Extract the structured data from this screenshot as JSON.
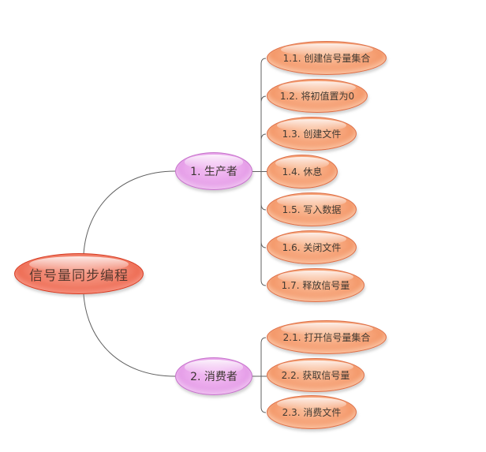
{
  "diagram": {
    "root": {
      "label": "信号量同步编程"
    },
    "branches": [
      {
        "label": "1. 生产者",
        "children": [
          {
            "label": "1.1. 创建信号量集合"
          },
          {
            "label": "1.2. 将初值置为0"
          },
          {
            "label": "1.3. 创建文件"
          },
          {
            "label": "1.4. 休息"
          },
          {
            "label": "1.5. 写入数据"
          },
          {
            "label": "1.6. 关闭文件"
          },
          {
            "label": "1.7. 释放信号量"
          }
        ]
      },
      {
        "label": "2. 消费者",
        "children": [
          {
            "label": "2.1. 打开信号量集合"
          },
          {
            "label": "2.2. 获取信号量"
          },
          {
            "label": "2.3. 消费文件"
          }
        ]
      }
    ],
    "colors": {
      "root_fill": "#e74428",
      "branch_fill": "#d67cda",
      "leaf_fill": "#ec7a46",
      "connector": "#606060",
      "text": "#413a33",
      "background": "#ffffff"
    }
  }
}
